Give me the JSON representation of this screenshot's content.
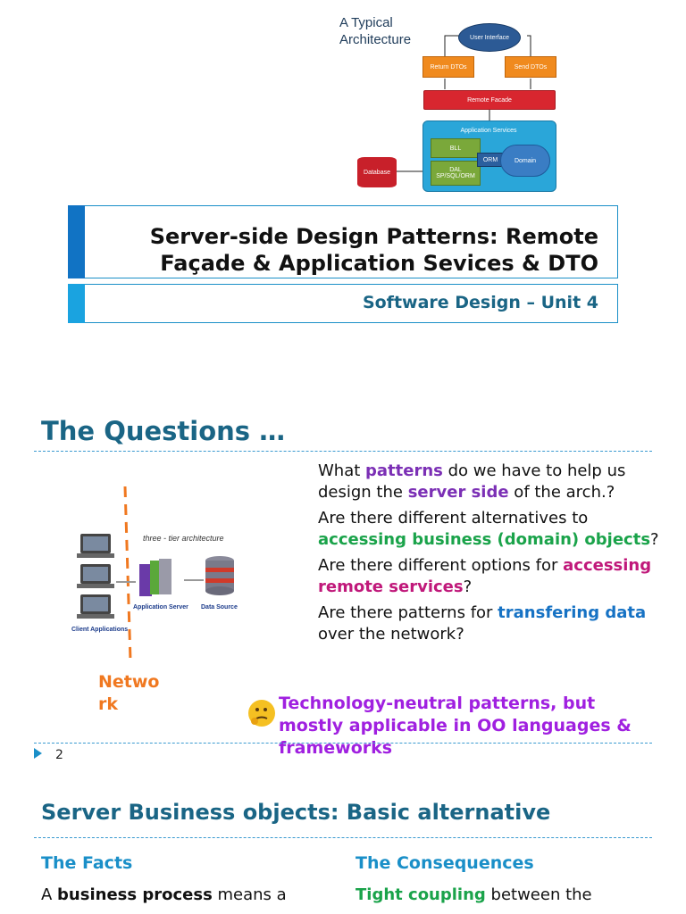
{
  "slide1": {
    "diagram": {
      "title_line1": "A Typical",
      "title_line2": "Architecture",
      "user_interface": "User Interface",
      "return_dtos": "Return DTOs",
      "send_dtos": "Send DTOs",
      "remote_facade": "Remote Facade",
      "application_services": "Application Services",
      "bll": "BLL",
      "dal": "DAL SP/SQL/ORM",
      "orm": "ORM",
      "domain": "Domain",
      "database": "Database"
    },
    "title_line1": "Server-side Design Patterns: Remote",
    "title_line2": "Façade & Application Sevices & DTO",
    "subtitle": "Software Design – Unit 4"
  },
  "slide2": {
    "heading": "The Questions …",
    "diagram": {
      "caption": "three - tier architecture",
      "app_server": "Application Server",
      "data_source": "Data Source",
      "clients": "Client Applications"
    },
    "network_line1": "Netwo",
    "network_line2": "rk",
    "bullet_glyph": "",
    "questions": [
      {
        "pre": "What ",
        "hl1": "patterns",
        "mid": " do we have to help us design the ",
        "hl2": "server side",
        "post": " of the arch.?"
      },
      {
        "pre": "Are there different alternatives to ",
        "hl1": "accessing business (domain) objects",
        "post": "?"
      },
      {
        "pre": "Are there different options for ",
        "hl1": "accessing remote services",
        "post": "?"
      },
      {
        "pre": "Are there patterns for ",
        "hl1": "transfering data",
        "post": " over the network?"
      }
    ],
    "note": "Technology-neutral patterns, but mostly applicable in OO languages & frameworks",
    "page_number": "2"
  },
  "slide3": {
    "heading": "Server Business objects: Basic alternative",
    "facts_heading": "The Facts",
    "consequences_heading": "The Consequences",
    "fact1_pre": "A ",
    "fact1_bold": "business process",
    "fact1_post": " means a",
    "cons1_bold": "Tight coupling",
    "cons1_post": " between the"
  },
  "colors": {
    "accent_blue": "#1a8fc8",
    "heading_teal": "#1a6585",
    "network_orange": "#f07820",
    "note_purple": "#a020e0"
  }
}
